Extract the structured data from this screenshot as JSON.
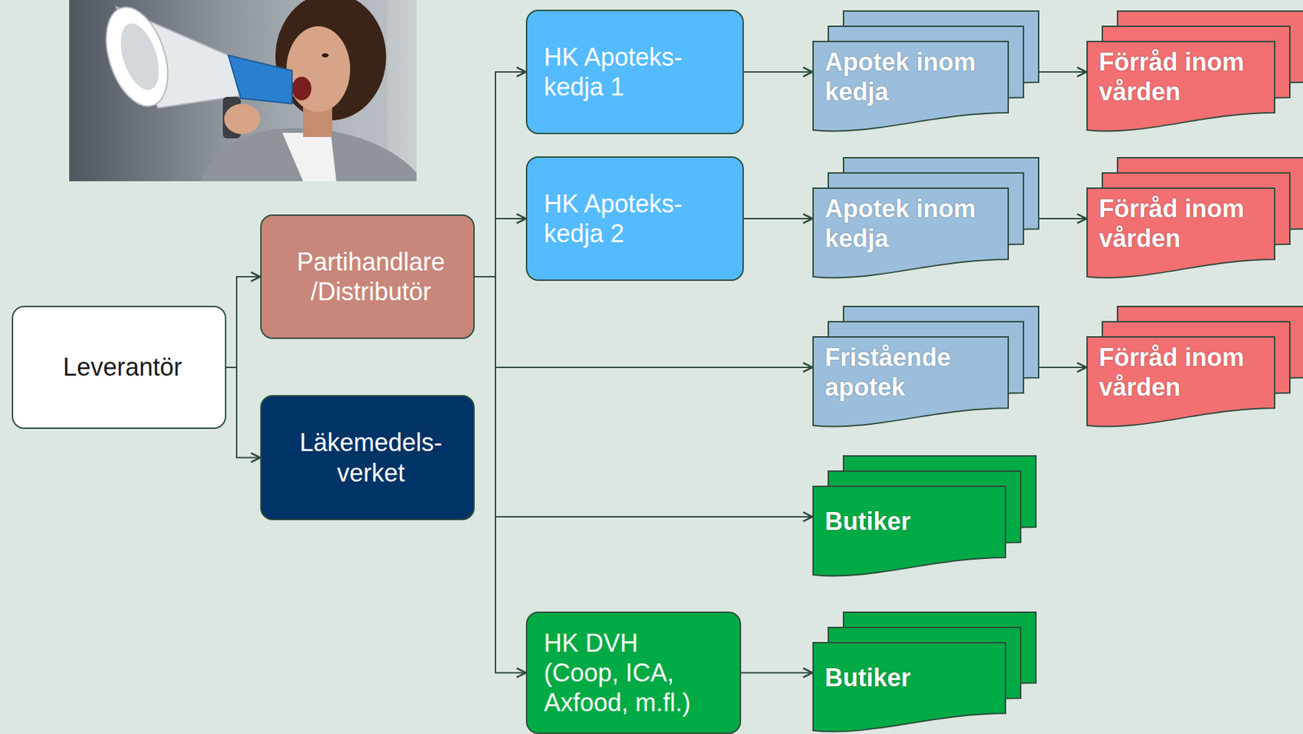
{
  "diagram": {
    "nodes": [
      {
        "text": [
          "Leverantör"
        ]
      },
      {
        "text": [
          "Partihandlare /Distributör"
        ]
      },
      {
        "text": [
          "Läkemedels- verket"
        ]
      },
      {
        "text": [
          "HK Apoteks- kedja 1"
        ]
      },
      {
        "text": [
          "Apotek inom kedja"
        ]
      },
      {
        "text": [
          "Förråd inom vården"
        ]
      },
      {
        "text": [
          "HK Apoteks- kedja 2"
        ]
      },
      {
        "text": [
          "Apotek inom kedja"
        ]
      },
      {
        "text": [
          "Förråd inom vården"
        ]
      },
      {
        "text": [
          "Fristående apotek"
        ]
      },
      {
        "text": [
          "Förråd inom vården"
        ]
      },
      {
        "text": [
          "Butiker"
        ]
      },
      {
        "text": [
          "HK DVH (Coop, ICA, Axfood, m.fl.)"
        ]
      },
      {
        "text": [
          "Butiker"
        ]
      }
    ],
    "edges": [
      {
        "from": 0,
        "to": 1,
        "arrow": "to"
      },
      {
        "from": 0,
        "to": 2,
        "arrow": "to"
      },
      {
        "from": 1,
        "to": 3,
        "arrow": "to"
      },
      {
        "from": 1,
        "to": 6,
        "arrow": "to"
      },
      {
        "from": 1,
        "to": 9,
        "arrow": "to"
      },
      {
        "from": 1,
        "to": 11,
        "arrow": "to"
      },
      {
        "from": 1,
        "to": 12,
        "arrow": "to"
      },
      {
        "from": 3,
        "to": 4,
        "arrow": "to"
      },
      {
        "from": 4,
        "to": 5,
        "arrow": "to"
      },
      {
        "from": 6,
        "to": 7,
        "arrow": "to"
      },
      {
        "from": 7,
        "to": 8,
        "arrow": "to"
      },
      {
        "from": 9,
        "to": 10,
        "arrow": "to"
      },
      {
        "from": 12,
        "to": 13,
        "arrow": "to"
      }
    ]
  }
}
